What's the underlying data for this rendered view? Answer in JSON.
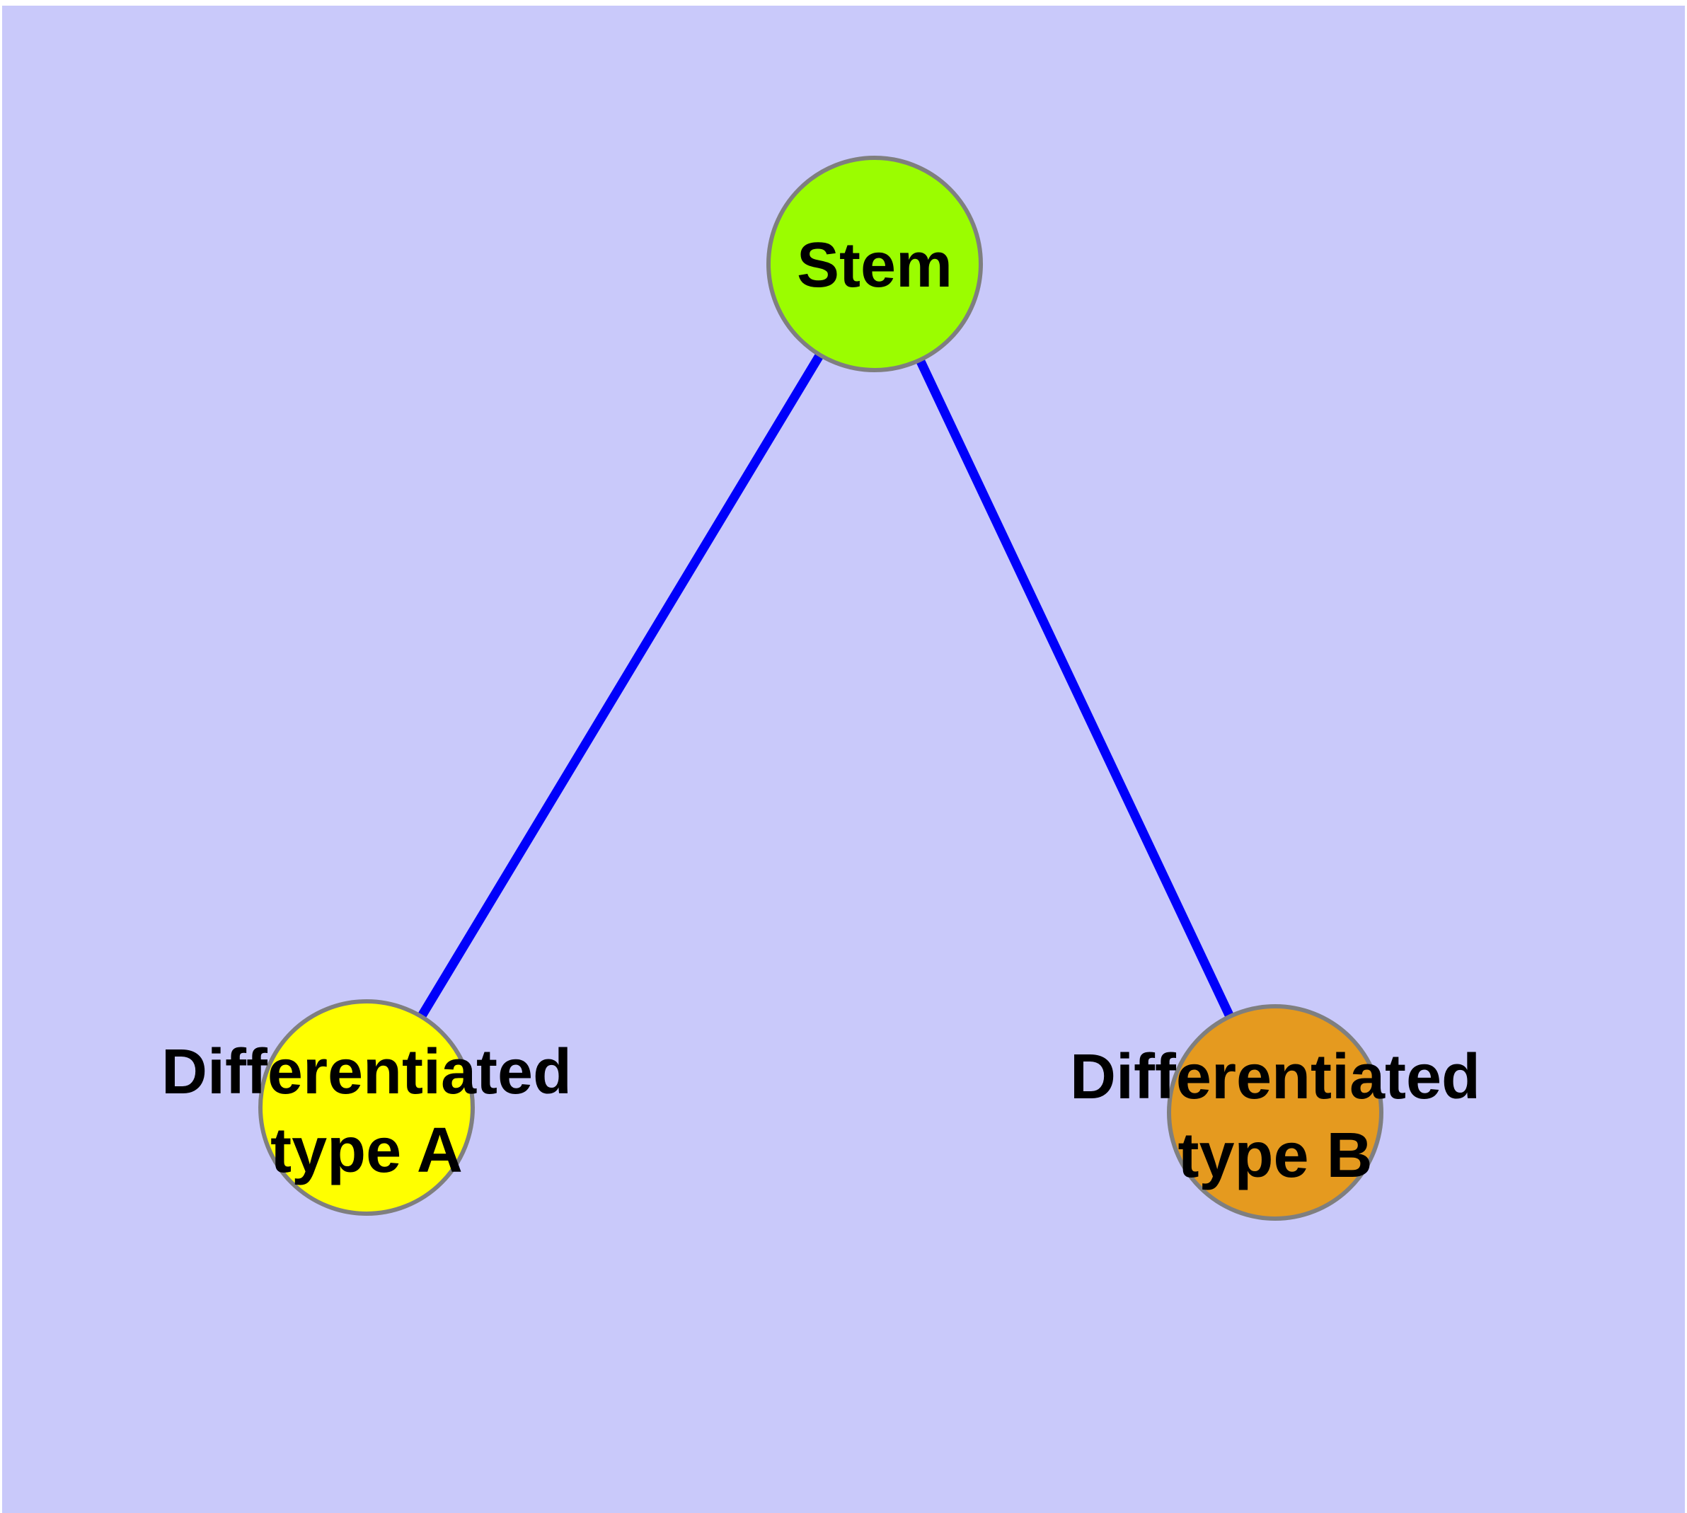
{
  "diagram": {
    "background_color": "#C9C9FA",
    "page_margin_color": "#FFFFFF",
    "edge_color": "#0000FA",
    "node_border_color": "#7F7F7F",
    "label_color": "#000000",
    "nodes": [
      {
        "id": "stem",
        "label": "Stem",
        "lines": [
          "Stem"
        ],
        "fill": "#9BFD00"
      },
      {
        "id": "differentiated-type-a",
        "label": "Differentiated type A",
        "lines": [
          "Differentiated",
          "type A"
        ],
        "fill": "#FFFF00"
      },
      {
        "id": "differentiated-type-b",
        "label": "Differentiated type B",
        "lines": [
          "Differentiated",
          "type B"
        ],
        "fill": "#E59A1F"
      }
    ],
    "edges": [
      {
        "from": "Stem",
        "to": "Differentiated type A"
      },
      {
        "from": "Stem",
        "to": "Differentiated type B"
      }
    ]
  }
}
